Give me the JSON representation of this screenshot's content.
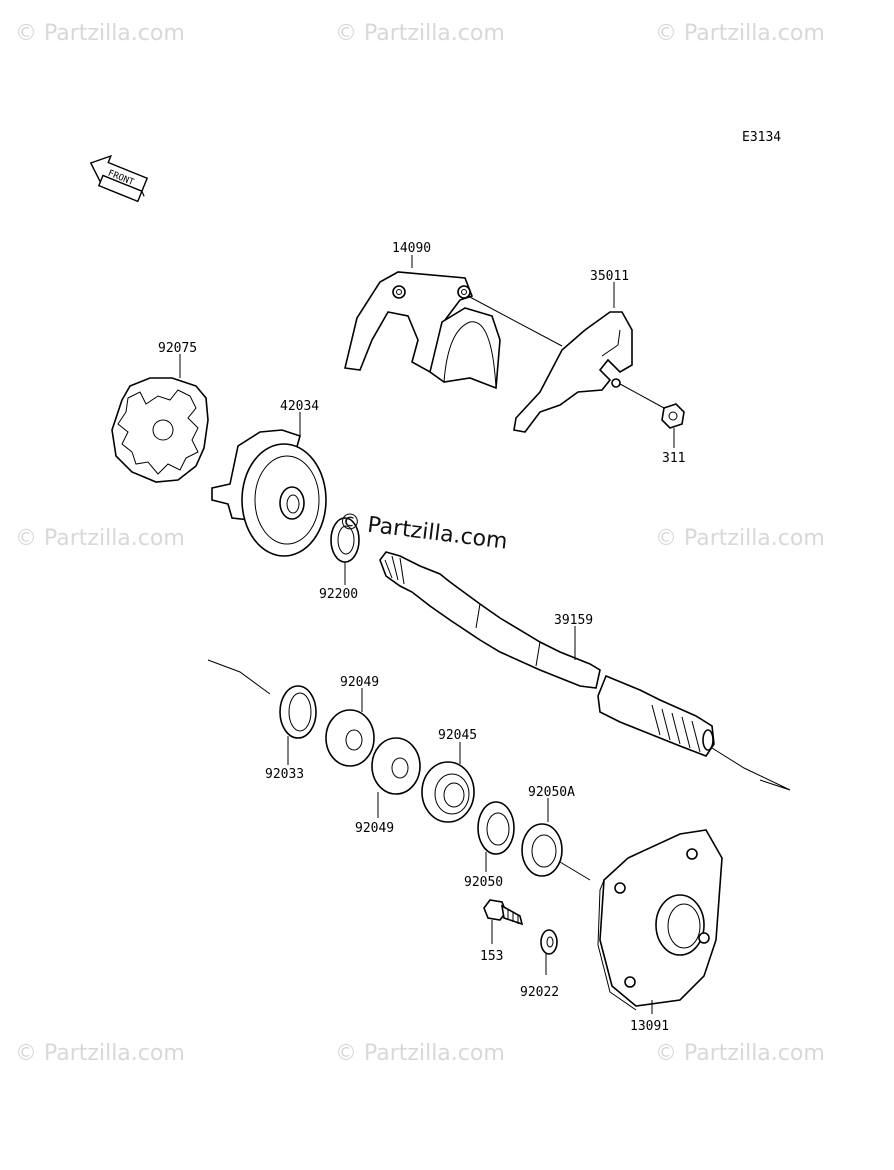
{
  "diagram_code": "E3134",
  "front_arrow_text": "FRONT",
  "watermarks": {
    "corner": "© Partzilla.com",
    "center": "© Partzilla.com"
  },
  "parts": [
    {
      "number": "14090"
    },
    {
      "number": "35011"
    },
    {
      "number": "311"
    },
    {
      "number": "92075"
    },
    {
      "number": "42034"
    },
    {
      "number": "92200"
    },
    {
      "number": "39159"
    },
    {
      "number": "92049"
    },
    {
      "number": "92033"
    },
    {
      "number": "92049"
    },
    {
      "number": "92045"
    },
    {
      "number": "92050A"
    },
    {
      "number": "92050"
    },
    {
      "number": "153"
    },
    {
      "number": "92022"
    },
    {
      "number": "13091"
    }
  ]
}
